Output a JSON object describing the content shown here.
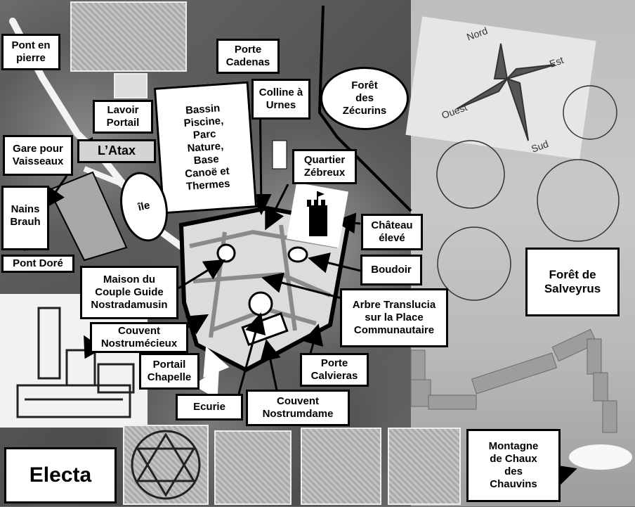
{
  "labels": {
    "pont_en_pierre": "Pont en\npierre",
    "porte_cadenas": "Porte\nCadenas",
    "lavoir_portail": "Lavoir\nPortail",
    "bassin": "Bassin\nPiscine,\nParc\nNature,\nBase\nCanoë et\nThermes",
    "colline_a_urnes": "Colline à\nUrnes",
    "foret_des_zecurins": "Forêt\ndes\nZécurins",
    "gare_pour_vaisseaux": "Gare pour\nVaisseaux",
    "l_atax": "L’Atax",
    "quartier_zebreux": "Quartier\nZébreux",
    "nains_brauh": "Nains\nBrauh",
    "ile": "île",
    "chateau_eleve": "Château\nélevé",
    "pont_dore": "Pont Doré",
    "maison_du_couple_guide": "Maison du\nCouple Guide\nNostradamusin",
    "boudoir": "Boudoir",
    "foret_de_salveyrus": "Forêt de\nSalveyrus",
    "arbre_translucia": "Arbre Translucia\nsur la Place\nCommunautaire",
    "couvent_nostrumecieux": "Couvent\nNostrumécieux",
    "portail_chapelle": "Portail\nChapelle",
    "porte_calvieras": "Porte\nCalvieras",
    "ecurie": "Ecurie",
    "couvent_nostrumdame": "Couvent\nNostrumdame",
    "montagne": "Montagne\nde Chaux\ndes\nChauvins",
    "electa": "Electa"
  },
  "compass": {
    "north": "Nord",
    "east": "Est",
    "south": "Sud",
    "west": "Ouest"
  },
  "colors": {
    "label_bg": "#ffffff",
    "border": "#000000"
  }
}
